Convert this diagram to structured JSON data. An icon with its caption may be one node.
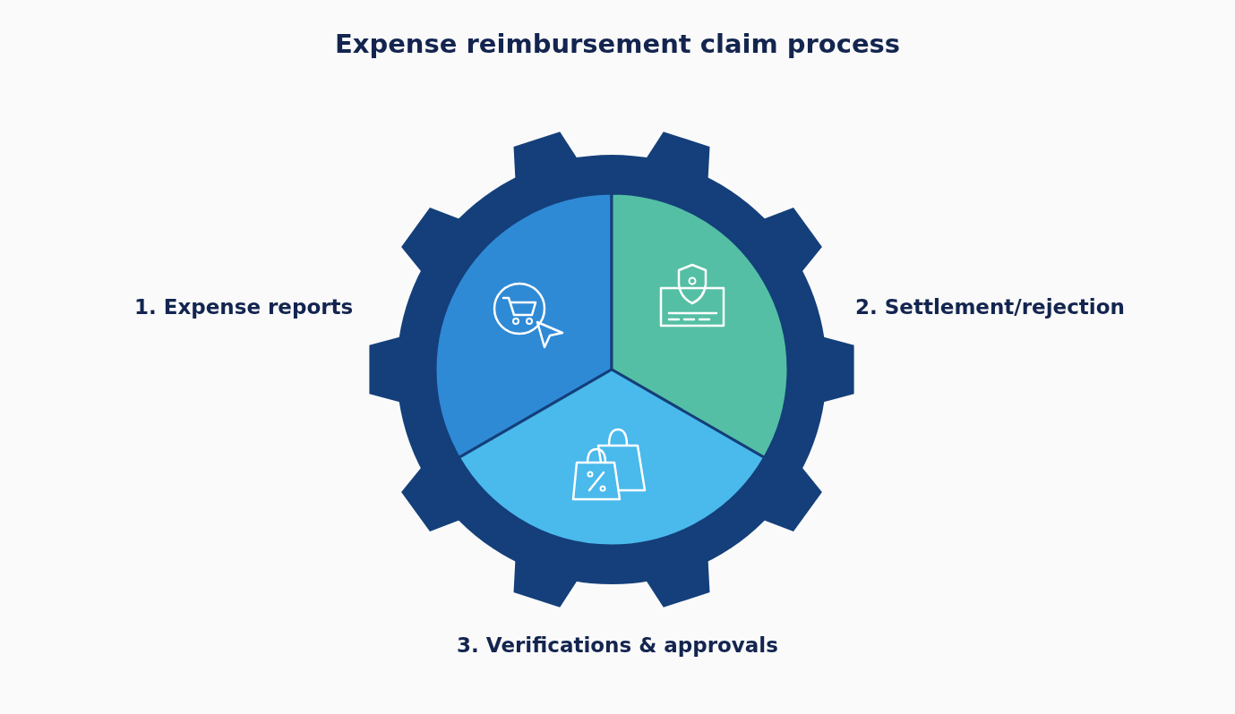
{
  "diagram": {
    "title": "Expense reimbursement claim process",
    "labels": [
      "1. Expense reports",
      "2. Settlement/rejection",
      "3. Verifications & approvals"
    ]
  }
}
